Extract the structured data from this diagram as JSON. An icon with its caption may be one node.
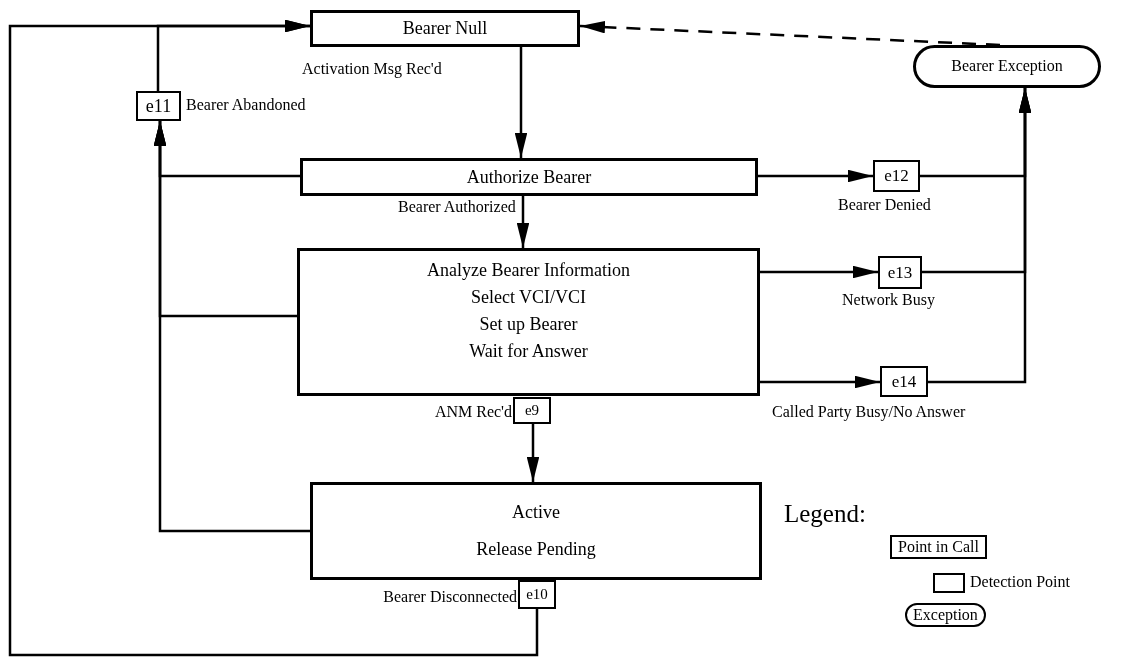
{
  "diagram": {
    "nodes": [
      {
        "text": [
          "Bearer Null"
        ]
      },
      {
        "text": [
          "Bearer Exception"
        ]
      },
      {
        "text": [
          "e11"
        ],
        "beside": [
          "Bearer  Abandoned"
        ]
      },
      {
        "text": [
          "Authorize Bearer"
        ]
      },
      {
        "text": [
          "e12"
        ],
        "beside": [
          "Bearer Denied"
        ]
      },
      {
        "text": [
          "Analyze Bearer Information",
          "Select VCI/VCI",
          "Set up Bearer",
          "Wait for Answer"
        ]
      },
      {
        "text": [
          "e13"
        ],
        "beside": [
          "Network Busy"
        ]
      },
      {
        "text": [
          "e14"
        ],
        "beside": [
          "Called Party Busy/No Answer"
        ]
      },
      {
        "text": [
          "e9"
        ],
        "beside": [
          "ANM  Rec'd"
        ]
      },
      {
        "text": [
          "Active",
          "Release Pending"
        ]
      },
      {
        "text": [
          "e10"
        ],
        "beside": [
          "Bearer Disconnected"
        ]
      }
    ],
    "edges": [
      {
        "from": 0,
        "to": 3,
        "arrow": "to",
        "label": "Activation Msg Rec'd"
      },
      {
        "from": 3,
        "to": 5,
        "arrow": "to",
        "label": "Bearer Authorized"
      },
      {
        "from": 8,
        "to": 9,
        "arrow": "to"
      },
      {
        "from": 10,
        "to": 0,
        "arrow": "to"
      },
      {
        "from": 3,
        "to": 2,
        "arrow": "to"
      },
      {
        "from": 5,
        "to": 2,
        "arrow": "to"
      },
      {
        "from": 9,
        "to": 2,
        "arrow": "to"
      },
      {
        "from": 2,
        "to": 0,
        "arrow": "to"
      },
      {
        "from": 3,
        "to": 4,
        "arrow": "to"
      },
      {
        "from": 4,
        "to": 1,
        "arrow": "to"
      },
      {
        "from": 5,
        "to": 6,
        "arrow": "to"
      },
      {
        "from": 6,
        "to": 1,
        "arrow": "to"
      },
      {
        "from": 5,
        "to": 7,
        "arrow": "to"
      },
      {
        "from": 7,
        "to": 1,
        "arrow": "to"
      },
      {
        "from": 1,
        "to": 0,
        "arrow": "to",
        "style": "dashed"
      }
    ],
    "labels": [
      "Legend:"
    ],
    "legend": [
      {
        "text": "Point in Call"
      },
      {
        "text": "Detection Point"
      },
      {
        "text": "Exception"
      }
    ]
  }
}
